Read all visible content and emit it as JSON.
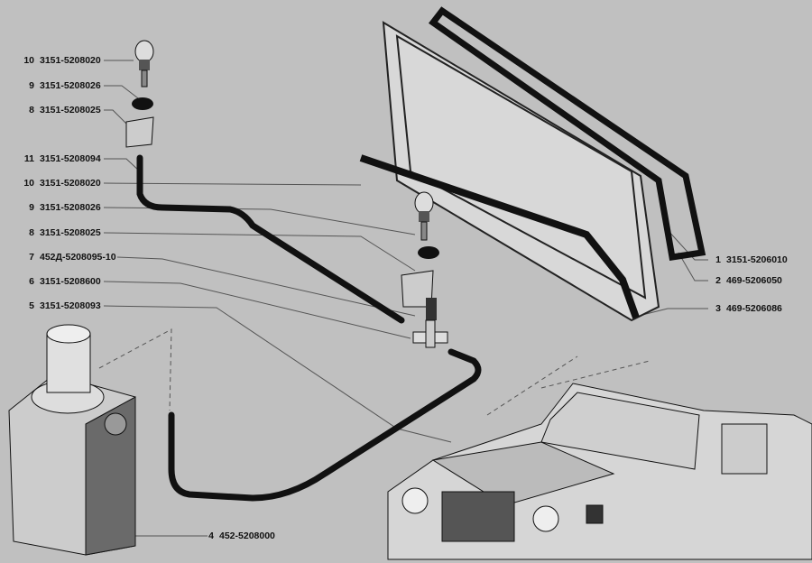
{
  "left_callouts": [
    {
      "num": "10",
      "code": "3151-5208020"
    },
    {
      "num": "9",
      "code": "3151-5208026"
    },
    {
      "num": "8",
      "code": "3151-5208025"
    },
    {
      "num": "11",
      "code": "3151-5208094"
    },
    {
      "num": "10",
      "code": "3151-5208020"
    },
    {
      "num": "9",
      "code": "3151-5208026"
    },
    {
      "num": "8",
      "code": "3151-5208025"
    },
    {
      "num": "7",
      "code": "452Д-5208095-10"
    },
    {
      "num": "6",
      "code": "3151-5208600"
    },
    {
      "num": "5",
      "code": "3151-5208093"
    }
  ],
  "right_callouts": [
    {
      "num": "1",
      "code": "3151-5206010"
    },
    {
      "num": "2",
      "code": "469-5206050"
    },
    {
      "num": "3",
      "code": "469-5206086"
    }
  ],
  "bottom_callout": {
    "num": "4",
    "code": "452-5208000"
  },
  "colors": {
    "background": "#c0c0c0",
    "ink": "#111111",
    "leader": "#555555"
  }
}
